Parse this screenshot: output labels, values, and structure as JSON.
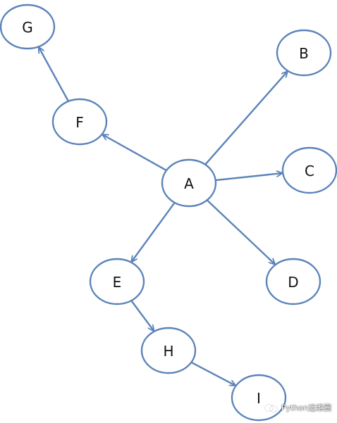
{
  "diagram": {
    "nodes": [
      {
        "id": "G",
        "label": "G"
      },
      {
        "id": "F",
        "label": "F"
      },
      {
        "id": "A",
        "label": "A"
      },
      {
        "id": "B",
        "label": "B"
      },
      {
        "id": "C",
        "label": "C"
      },
      {
        "id": "D",
        "label": "D"
      },
      {
        "id": "E",
        "label": "E"
      },
      {
        "id": "H",
        "label": "H"
      },
      {
        "id": "I",
        "label": "I"
      }
    ],
    "edges": [
      {
        "from": "A",
        "to": "F"
      },
      {
        "from": "F",
        "to": "G"
      },
      {
        "from": "A",
        "to": "B"
      },
      {
        "from": "A",
        "to": "C"
      },
      {
        "from": "A",
        "to": "D"
      },
      {
        "from": "A",
        "to": "E"
      },
      {
        "from": "E",
        "to": "H"
      },
      {
        "from": "H",
        "to": "I"
      }
    ],
    "colors": {
      "node_stroke": "#5b83b9",
      "edge": "#5b83b9",
      "label": "#111111",
      "background": "#ffffff"
    }
  },
  "watermark": {
    "text": "Python运维圈",
    "icon": "wechat-icon"
  }
}
